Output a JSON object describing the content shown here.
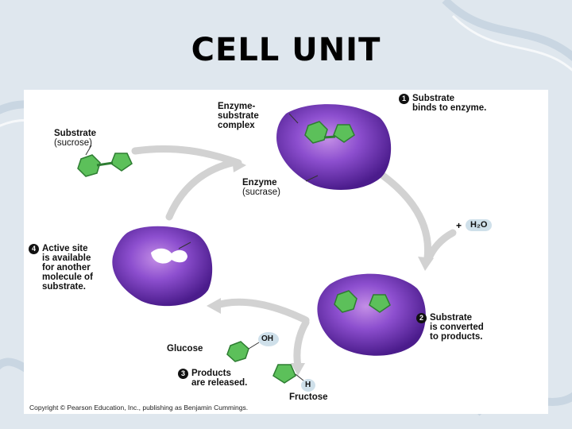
{
  "slide": {
    "title": "CELL UNIT"
  },
  "diagram": {
    "substrate": {
      "line1": "Substrate",
      "line2": "(sucrose)"
    },
    "complex": {
      "line1": "Enzyme-",
      "line2": "substrate",
      "line3": "complex"
    },
    "enzyme": {
      "line1": "Enzyme",
      "line2": "(sucrase)"
    },
    "water": {
      "plus": "+",
      "label": "H₂O"
    },
    "glucose": {
      "label": "Glucose",
      "group": "OH"
    },
    "fructose": {
      "label": "Fructose",
      "group": "H"
    },
    "steps": [
      {
        "number": "1",
        "lines": [
          "Substrate",
          "binds to enzyme."
        ]
      },
      {
        "number": "2",
        "lines": [
          "Substrate",
          "is converted",
          "to products."
        ]
      },
      {
        "number": "3",
        "lines": [
          "Products",
          "are released."
        ]
      },
      {
        "number": "4",
        "lines": [
          "Active site",
          "is available",
          "for another",
          "molecule of",
          "substrate."
        ]
      }
    ],
    "copyright": "Copyright © Pearson Education, Inc., publishing as Benjamin Cummings."
  },
  "colors": {
    "enzyme": "#6b2fa3",
    "substrate": "#5cc05a",
    "arrow": "#cfcfcf"
  }
}
